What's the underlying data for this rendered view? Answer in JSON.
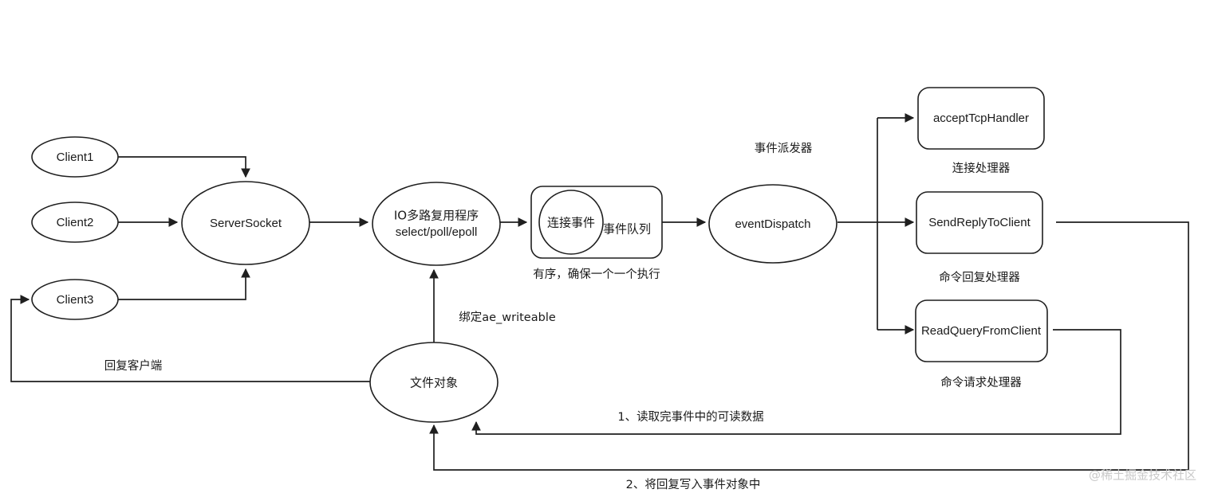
{
  "diagram": {
    "title": "Redis single-threaded event loop diagram",
    "stroke_color": "#1f1f1f",
    "fill_color": "#ffffff",
    "text_color": "#1a1a1a",
    "watermark_color": "#c9c9c9"
  },
  "nodes": {
    "client1": {
      "label": "Client1",
      "shape": "ellipse"
    },
    "client2": {
      "label": "Client2",
      "shape": "ellipse"
    },
    "client3": {
      "label": "Client3",
      "shape": "ellipse"
    },
    "server_socket": {
      "label": "ServerSocket",
      "shape": "ellipse"
    },
    "io_multiplex": {
      "label_line1": "IO多路复用程序",
      "label_line2": "select/poll/epoll",
      "shape": "ellipse"
    },
    "event_queue": {
      "label": "事件队列",
      "shape": "rounded-rect"
    },
    "connect_event": {
      "label": "连接事件",
      "shape": "circle"
    },
    "event_dispatch": {
      "label": "eventDispatch",
      "shape": "ellipse"
    },
    "accept_tcp_handler": {
      "label": "acceptTcpHandler",
      "shape": "rounded-rect"
    },
    "send_reply_to_client": {
      "label": "SendReplyToClient",
      "shape": "rounded-rect"
    },
    "read_query_from_client": {
      "label": "ReadQueryFromClient",
      "shape": "rounded-rect"
    },
    "file_object": {
      "label": "文件对象",
      "shape": "ellipse"
    }
  },
  "annotations": {
    "event_dispatcher_caption": "事件派发器",
    "event_queue_caption": "有序，确保一个一个执行",
    "accept_handler_caption": "连接处理器",
    "send_reply_caption": "命令回复处理器",
    "read_query_caption": "命令请求处理器",
    "bind_ae_writeable": "绑定ae_writeable",
    "reply_to_client": "回复客户端",
    "step1": "1、读取完事件中的可读数据",
    "step2": "2、将回复写入事件对象中"
  },
  "watermark": {
    "text": "@稀土掘金技术社区"
  }
}
